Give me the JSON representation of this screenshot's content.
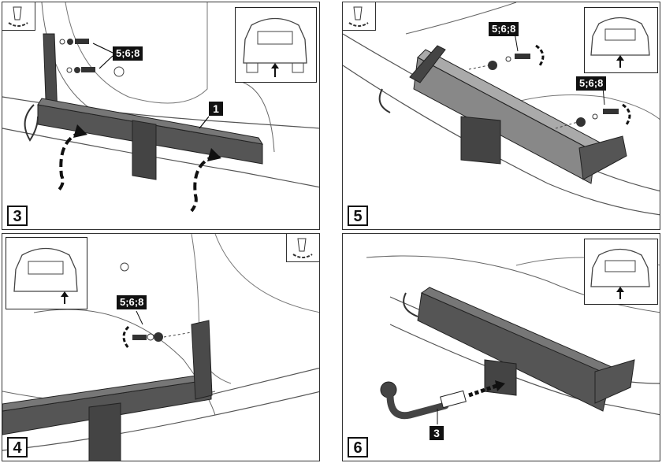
{
  "steps": [
    {
      "number": "3",
      "callout": "5;6;8",
      "part": "1"
    },
    {
      "number": "5",
      "callout_a": "5;6;8",
      "callout_b": "5;6;8"
    },
    {
      "number": "4",
      "callout": "5;6;8"
    },
    {
      "number": "6",
      "part": "3"
    }
  ],
  "icons": {
    "inset": "car-rear-view-icon",
    "tool": "torque-wrench-icon",
    "rotate": "rotation-arrow-icon",
    "arrow": "up-arrow-icon"
  }
}
